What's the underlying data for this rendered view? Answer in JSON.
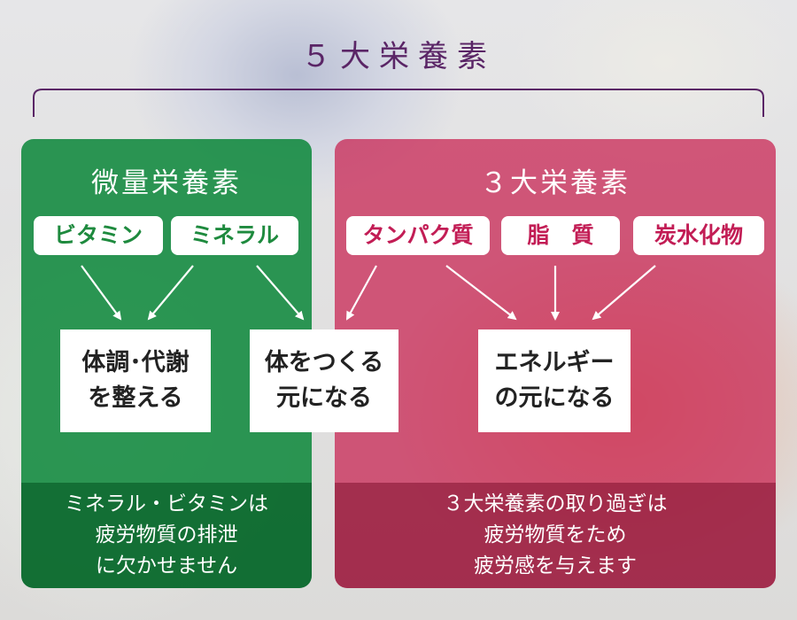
{
  "diagram": {
    "title": "５大栄養素",
    "groups": [
      {
        "title": "微量栄養素",
        "nutrients": [
          "ビタミン",
          "ミネラル"
        ],
        "note": "ミネラル・ビタミンは\n疲労物質の排泄\nに欠かせません"
      },
      {
        "title": "３大栄養素",
        "nutrients": [
          "タンパク質",
          "脂　質",
          "炭水化物"
        ],
        "note": "３大栄養素の取り過ぎは\n疲労物質をため\n疲労感を与えます"
      }
    ],
    "functions": [
      "体調･代謝\nを整える",
      "体をつくる\n元になる",
      "エネルギー\nの元になる"
    ],
    "colors": {
      "title": "#5a2566",
      "green": "#0c873a",
      "red": "#c81e4e",
      "green_text": "#1e8a3e",
      "red_text": "#c21d55"
    }
  }
}
